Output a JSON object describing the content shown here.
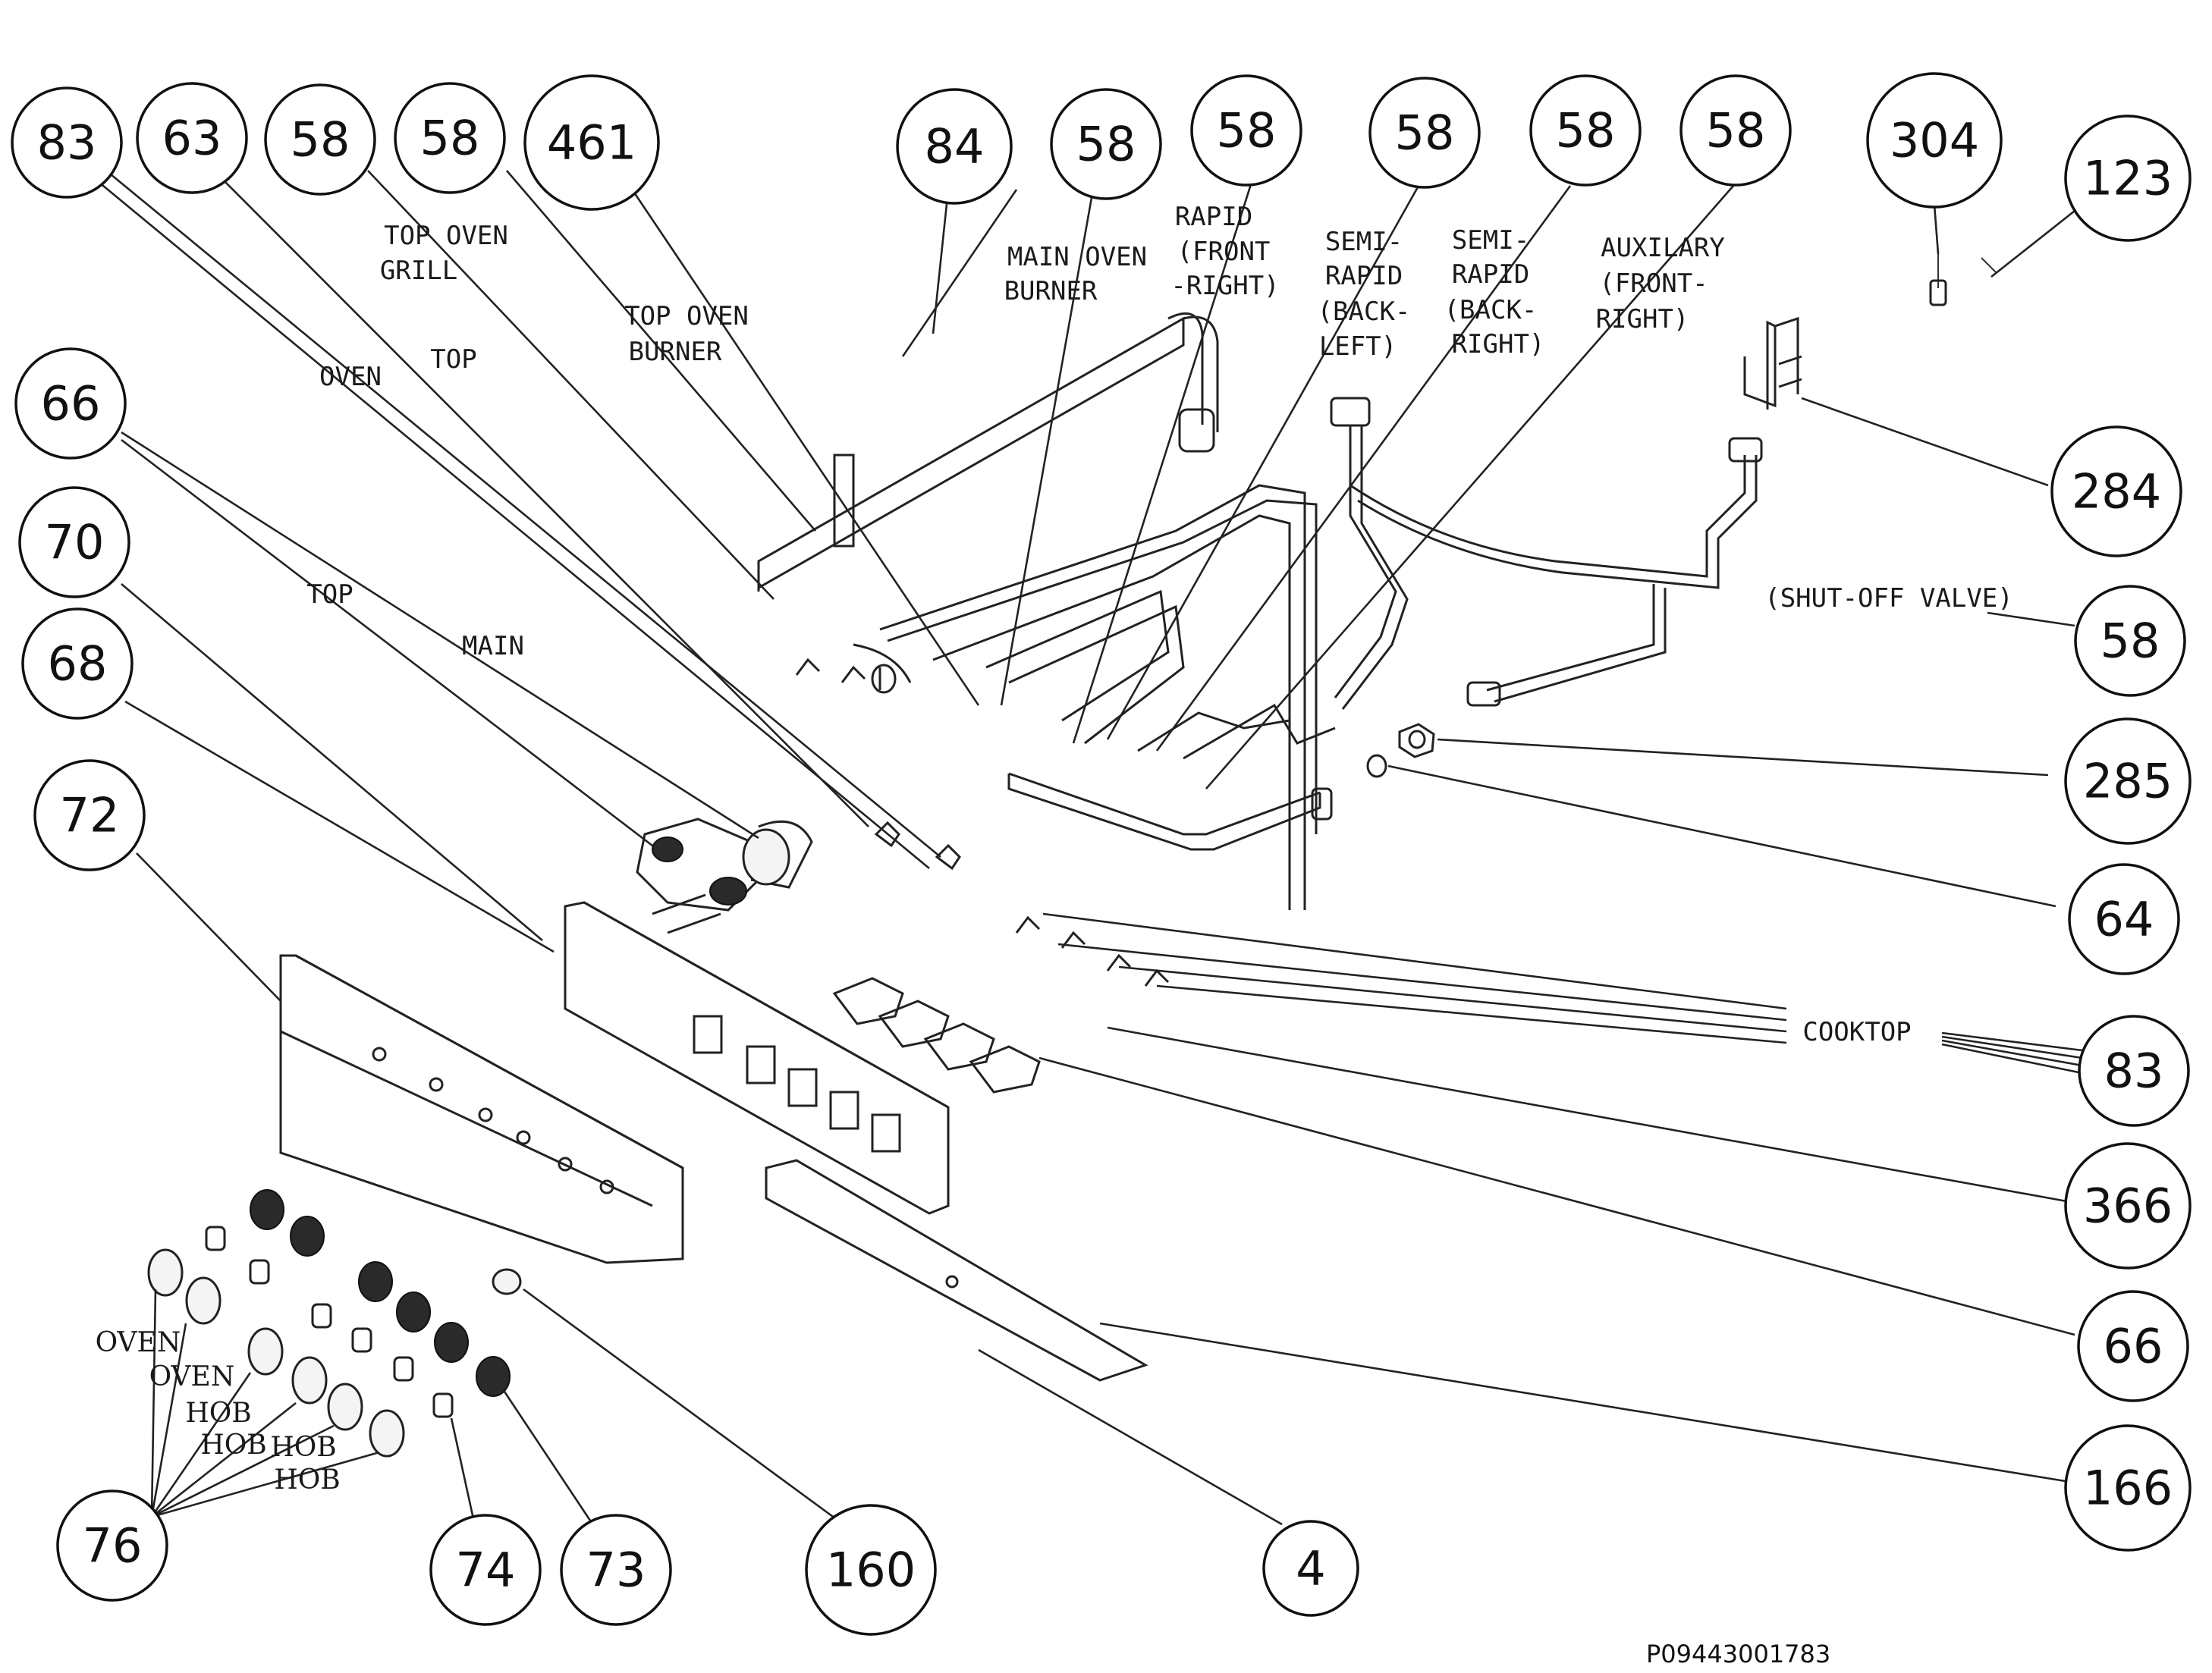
{
  "drawing_code": "P09443001783",
  "balloons": [
    {
      "n": "83"
    },
    {
      "n": "63"
    },
    {
      "n": "58"
    },
    {
      "n": "58"
    },
    {
      "n": "461"
    },
    {
      "n": "84"
    },
    {
      "n": "58"
    },
    {
      "n": "58"
    },
    {
      "n": "58"
    },
    {
      "n": "58"
    },
    {
      "n": "58"
    },
    {
      "n": "304"
    },
    {
      "n": "123"
    },
    {
      "n": "66"
    },
    {
      "n": "70"
    },
    {
      "n": "68"
    },
    {
      "n": "72"
    },
    {
      "n": "284"
    },
    {
      "n": "58"
    },
    {
      "n": "285"
    },
    {
      "n": "64"
    },
    {
      "n": "83"
    },
    {
      "n": "366"
    },
    {
      "n": "66"
    },
    {
      "n": "166"
    },
    {
      "n": "76"
    },
    {
      "n": "74"
    },
    {
      "n": "73"
    },
    {
      "n": "160"
    },
    {
      "n": "4"
    }
  ],
  "labels": {
    "top_oven_grill_1": "TOP OVEN",
    "top_oven_grill_2": "GRILL",
    "top_oven_burner_1": "TOP OVEN",
    "top_oven_burner_2": "BURNER",
    "oven": "OVEN",
    "top_a": "TOP",
    "top_b": "TOP",
    "main": "MAIN",
    "main_oven_burner_1": "MAIN OVEN",
    "main_oven_burner_2": "BURNER",
    "rapid_1": "RAPID",
    "rapid_2": "(FRONT",
    "rapid_3": "-RIGHT)",
    "semi_rapid_bl_1": "SEMI-",
    "semi_rapid_bl_2": "RAPID",
    "semi_rapid_bl_3": "(BACK-",
    "semi_rapid_bl_4": "LEFT)",
    "semi_rapid_br_1": "SEMI-",
    "semi_rapid_br_2": "RAPID",
    "semi_rapid_br_3": "(BACK-",
    "semi_rapid_br_4": "RIGHT)",
    "auxilary_1": "AUXILARY",
    "auxilary_2": "(FRONT-",
    "auxilary_3": "RIGHT)",
    "shut_off_valve": "(SHUT-OFF VALVE)",
    "cooktop": "COOKTOP",
    "knob_oven_1": "OVEN",
    "knob_oven_2": "OVEN",
    "knob_hob_1": "HOB",
    "knob_hob_2": "HOB",
    "knob_hob_3": "HOB",
    "knob_hob_4": "HOB"
  }
}
